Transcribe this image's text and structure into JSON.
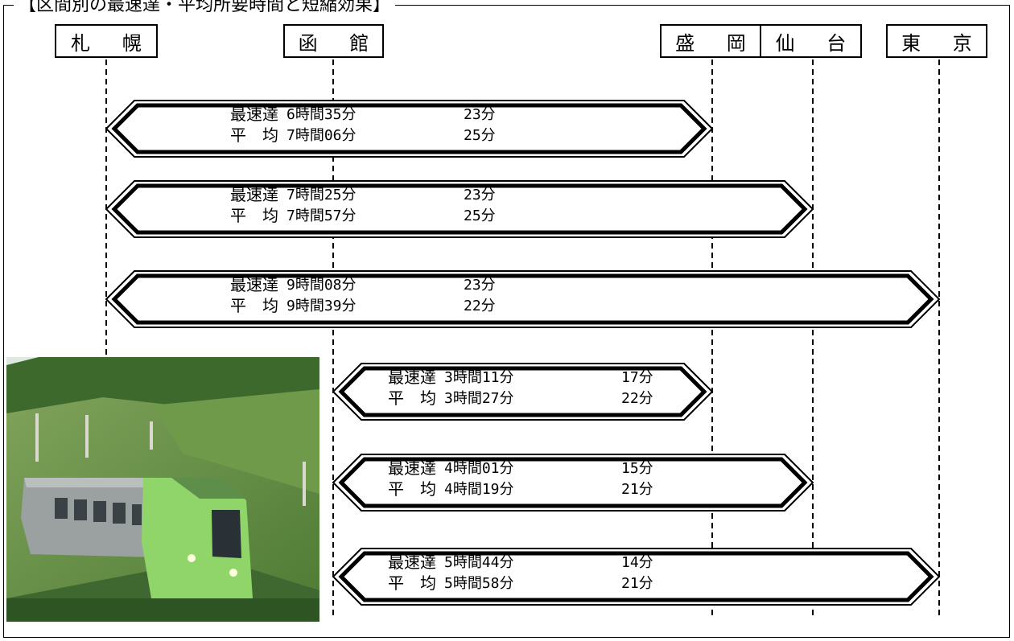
{
  "title": "【区間別の最速達・平均所要時間と短縮効果】",
  "stations": [
    "札 幌",
    "函 館",
    "盛 岡",
    "仙 台",
    "東 京"
  ],
  "row_labels": {
    "fastest": "最速達",
    "average": "平　均"
  },
  "segments": [
    {
      "fastest_time": "6時間35分",
      "fastest_saving": "23分",
      "average_time": "7時間06分",
      "average_saving": "25分"
    },
    {
      "fastest_time": "7時間25分",
      "fastest_saving": "23分",
      "average_time": "7時間57分",
      "average_saving": "25分"
    },
    {
      "fastest_time": "9時間08分",
      "fastest_saving": "23分",
      "average_time": "9時間39分",
      "average_saving": "22分"
    },
    {
      "fastest_time": "3時間11分",
      "fastest_saving": "17分",
      "average_time": "3時間27分",
      "average_saving": "22分"
    },
    {
      "fastest_time": "4時間01分",
      "fastest_saving": "15分",
      "average_time": "4時間19分",
      "average_saving": "21分"
    },
    {
      "fastest_time": "5時間44分",
      "fastest_saving": "14分",
      "average_time": "5時間58分",
      "average_saving": "21分"
    }
  ]
}
